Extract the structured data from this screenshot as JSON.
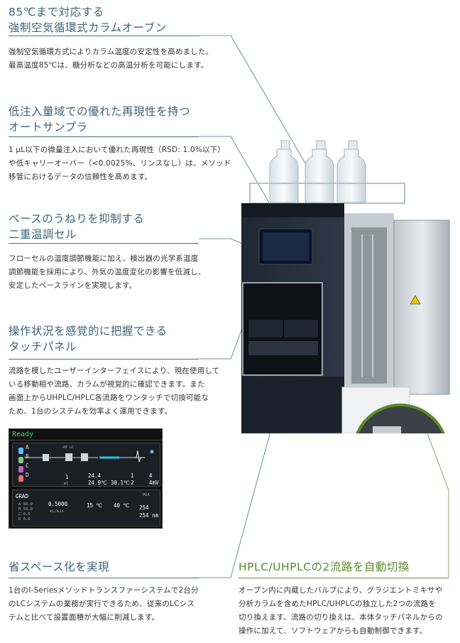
{
  "sections": {
    "oven": {
      "title_line1": "85℃まで対応する",
      "title_line2": "強制空気循環式カラムオーブン",
      "body_line1": "強制空気循環方式によりカラム温度の安定性を高めました。",
      "body_line2": "最高温度85℃は、糖分析などの高温分析を可能にします。"
    },
    "sampler": {
      "title_line1": "低注入量域での優れた再現性を持つ",
      "title_line2": "オートサンプラ",
      "body_line1": "1 µL以下の微量注入において優れた再現性（RSD: 1.0%以下）",
      "body_line2": "や低キャリーオーバー（<0.0025%、リンスなし）は、メソッド",
      "body_line3": "移管におけるデータの信頼性を高めます。"
    },
    "cell": {
      "title_line1": "ベースのうねりを抑制する",
      "title_line2": "二重温調セル",
      "body_line1": "フローセルの温度調節機能に加え、検出器の光学系温度",
      "body_line2": "調節機能を採用により、外気の温度変化の影響を低減し、",
      "body_line3": "安定したベースラインを実現します。"
    },
    "touch": {
      "title_line1": "操作状況を感覚的に把握できる",
      "title_line2": "タッチパネル",
      "body_line1": "流路を模したユーザーインターフェイスにより、現在使用して",
      "body_line2": "いる移動相や流路、カラムが視覚的に確認できます。また",
      "body_line3": "画面上からUHPLC/HPLC各流路をワンタッチで切換可能な",
      "body_line4": "ため、1台のシステムを効率よく運用できます。"
    },
    "space": {
      "title": "省スペース化を実現",
      "body_line1": "1台のI-Seriesメソッドトランスファーシステムで2台分",
      "body_line2": "のLCシステムの業務が実行できるため、従来のLCシス",
      "body_line3": "テムと比べて設置面積が大幅に削減します。"
    },
    "switch": {
      "title": "HPLC/UHPLCの2流路を自動切換",
      "body_line1": "オーブン内に内蔵したバルブにより、グラジエントミキサや",
      "body_line2": "分析カラムを含めたHPLC/UHPLCの独立した2つの流路を",
      "body_line3": "切り換えます。流路の切り換えは、本体タッチパネルからの",
      "body_line4": "操作に加えて、ソフトウェアからも自動制御できます。"
    }
  },
  "panel": {
    "status": "Ready",
    "reservoirs": [
      "A",
      "B",
      "C",
      "D"
    ],
    "flow_label": "40 ul",
    "val_1": "1",
    "val_ml": "ml",
    "temp_a": "24.4",
    "temp_b": "24.9",
    "temp_unit": "℃",
    "oven_temp": "38.1",
    "oven_unit": "℃",
    "wl_1": "1",
    "wl_2": "2",
    "wl_v1": "4",
    "wl_v2": "4",
    "wl_unit": "mV",
    "grad_label": "GRAD",
    "grad_lines": [
      "A  50.0",
      "B  50.0",
      "C   0.0",
      "D   0.0"
    ],
    "pump_val": "0.5000",
    "pump_unit": "mL/min",
    "tray_temp": "15",
    "col_temp": "40",
    "deg_c": "℃",
    "pda_label": "PDA",
    "pda_1": "254",
    "pda_2": "254",
    "pda_unit": "nm"
  },
  "colors": {
    "heading": "#3d6478",
    "heading_green": "#5a8a2a",
    "panel_ready": "#3fd06a"
  }
}
